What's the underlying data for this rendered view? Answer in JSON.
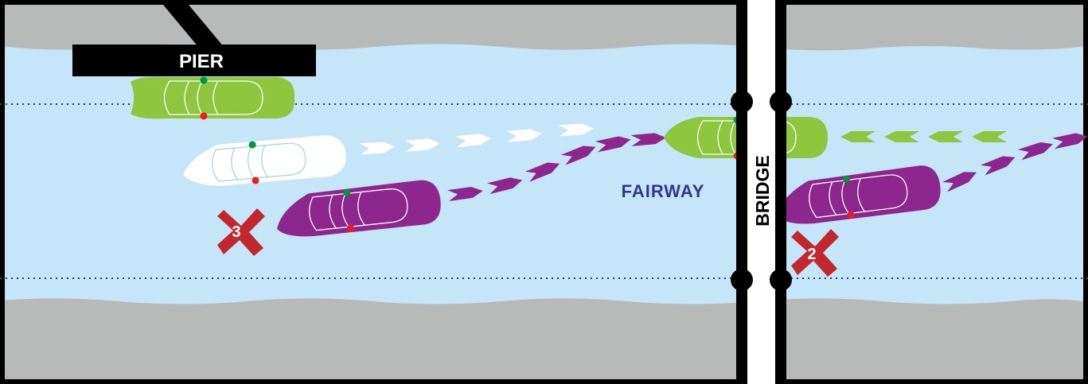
{
  "labels": {
    "pier": "PIER",
    "fairway": "FAIRWAY",
    "bridge": "BRIDGE"
  },
  "markers": [
    {
      "id": "marker-3",
      "number": "3"
    },
    {
      "id": "marker-2",
      "number": "2"
    }
  ],
  "colors": {
    "water": "#c4e6f8",
    "shore": "#b8b9b9",
    "structure": "#000000",
    "green_boat": "#8dc63f",
    "purple_boat": "#8d278d",
    "white_boat": "#ffffff",
    "fairway_text": "#2e3691",
    "fairway_line": "#2e3691",
    "no_go_marker": "#c1272d",
    "port_light": "#ed1c24",
    "starboard_light": "#009444"
  }
}
